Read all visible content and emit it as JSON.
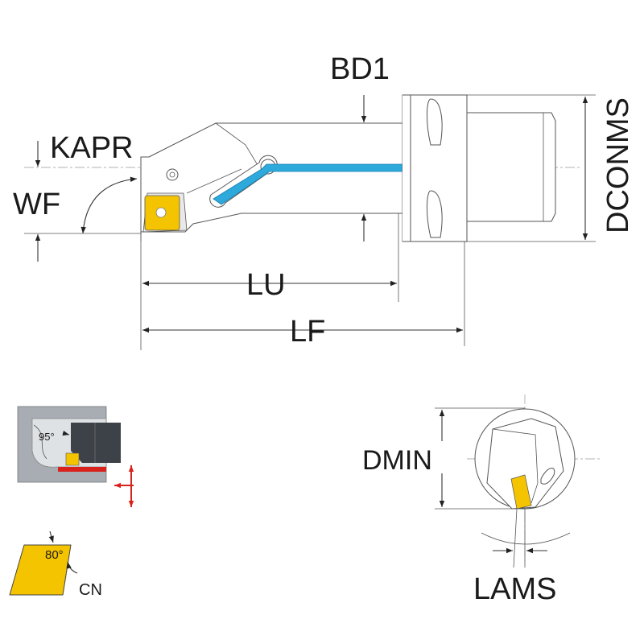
{
  "labels": {
    "bd1": "BD1",
    "kapr": "KAPR",
    "wf": "WF",
    "lu": "LU",
    "lf": "LF",
    "dconms": "DCONMS",
    "dmin": "DMIN",
    "lams": "LAMS",
    "angle_95": "95°",
    "angle_80": "80°",
    "cn": "CN"
  },
  "colors": {
    "insert": "#f5c400",
    "coolant": "#2ea9dc",
    "coolant_edge": "#1a7fb0",
    "arrow_red": "#d9221c",
    "dark_body": "#3d4148",
    "workpiece": "#a8adb3"
  }
}
